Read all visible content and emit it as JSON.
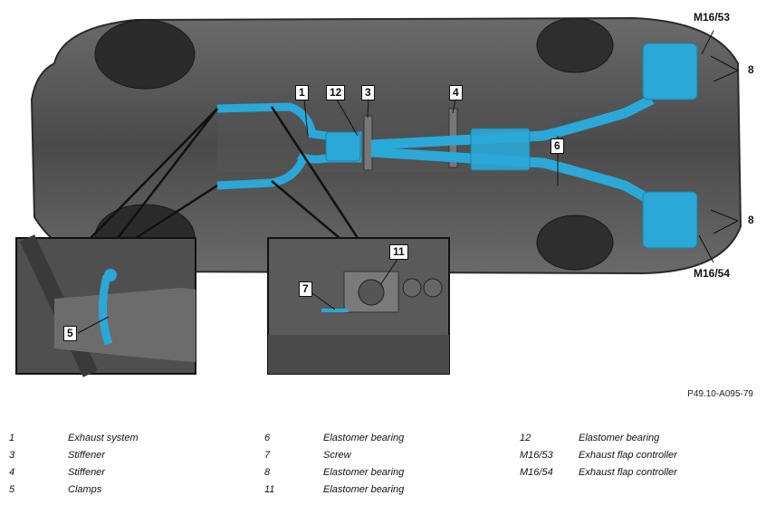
{
  "callouts": [
    "1",
    "12",
    "3",
    "4",
    "6",
    "8",
    "8",
    "M16/53",
    "M16/54",
    "5",
    "7",
    "11"
  ],
  "reference": "P49.10-A095-79",
  "legend": [
    {
      "num": "1",
      "text": "Exhaust system"
    },
    {
      "num": "3",
      "text": "Stiffener"
    },
    {
      "num": "4",
      "text": "Stiffener"
    },
    {
      "num": "5",
      "text": "Clamps"
    },
    {
      "num": "6",
      "text": "Elastomer bearing"
    },
    {
      "num": "7",
      "text": "Screw"
    },
    {
      "num": "8",
      "text": "Elastomer bearing"
    },
    {
      "num": "11",
      "text": "Elastomer bearing"
    },
    {
      "num": "12",
      "text": "Elastomer bearing"
    },
    {
      "num": "M16/53",
      "text": "Exhaust flap controller"
    },
    {
      "num": "M16/54",
      "text": "Exhaust flap controller"
    }
  ],
  "colors": {
    "exhaust": "#2aa8d8",
    "body": "#5a5a5a",
    "body_dark": "#3c3c3c",
    "background": "#ffffff"
  }
}
